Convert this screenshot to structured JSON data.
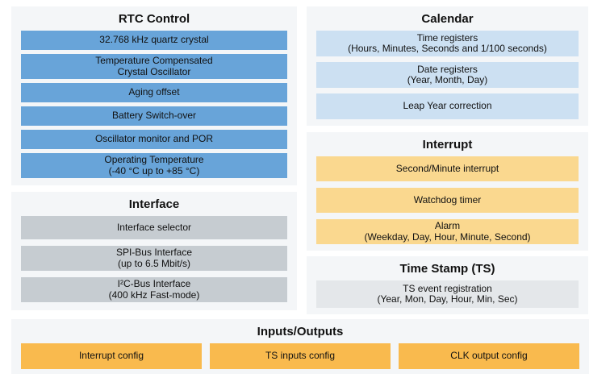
{
  "colors": {
    "page_bg": "#ffffff",
    "panel_bg": "#f4f6f8",
    "blue": "#68a4d9",
    "light_blue": "#cce0f2",
    "gray": "#c6ccd1",
    "light_gray": "#e4e7ea",
    "orange_light": "#fad88f",
    "orange_deep": "#f9ba4e",
    "text": "#1a1a1a"
  },
  "sections": {
    "rtc": {
      "title": "RTC Control",
      "items": [
        {
          "label": "32.768 kHz quartz crystal"
        },
        {
          "label": "Temperature Compensated\nCrystal Oscillator"
        },
        {
          "label": "Aging offset"
        },
        {
          "label": "Battery Switch-over"
        },
        {
          "label": "Oscillator monitor and POR"
        },
        {
          "label": "Operating Temperature\n(-40 °C up to +85 °C)"
        }
      ]
    },
    "interface": {
      "title": "Interface",
      "items": [
        {
          "label": "Interface selector"
        },
        {
          "label": "SPI-Bus Interface\n(up to 6.5 Mbit/s)"
        },
        {
          "label": "I²C-Bus Interface\n(400 kHz Fast-mode)"
        }
      ]
    },
    "calendar": {
      "title": "Calendar",
      "items": [
        {
          "label": "Time registers\n(Hours, Minutes, Seconds and 1/100 seconds)"
        },
        {
          "label": "Date registers\n(Year, Month, Day)"
        },
        {
          "label": "Leap Year correction"
        }
      ]
    },
    "interrupt": {
      "title": "Interrupt",
      "items": [
        {
          "label": "Second/Minute interrupt"
        },
        {
          "label": "Watchdog timer"
        },
        {
          "label": "Alarm\n(Weekday, Day, Hour, Minute, Second)"
        }
      ]
    },
    "timestamp": {
      "title": "Time Stamp (TS)",
      "items": [
        {
          "label": "TS event registration\n(Year, Mon, Day, Hour, Min, Sec)"
        }
      ]
    },
    "io": {
      "title": "Inputs/Outputs",
      "items": [
        {
          "label": "Interrupt config"
        },
        {
          "label": "TS inputs config"
        },
        {
          "label": "CLK output config"
        }
      ]
    }
  }
}
